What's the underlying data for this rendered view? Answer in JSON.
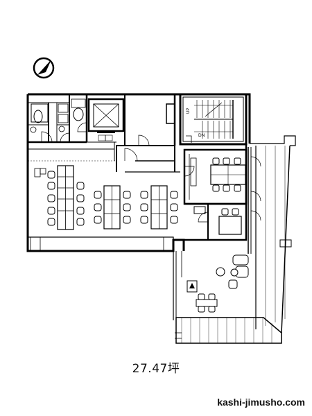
{
  "plan": {
    "area": "27.47坪",
    "stair_up": "UP",
    "stair_down": "DN"
  },
  "site": {
    "name": "kashi-jimusho.com"
  },
  "icons": {
    "north": "compass-icon"
  }
}
